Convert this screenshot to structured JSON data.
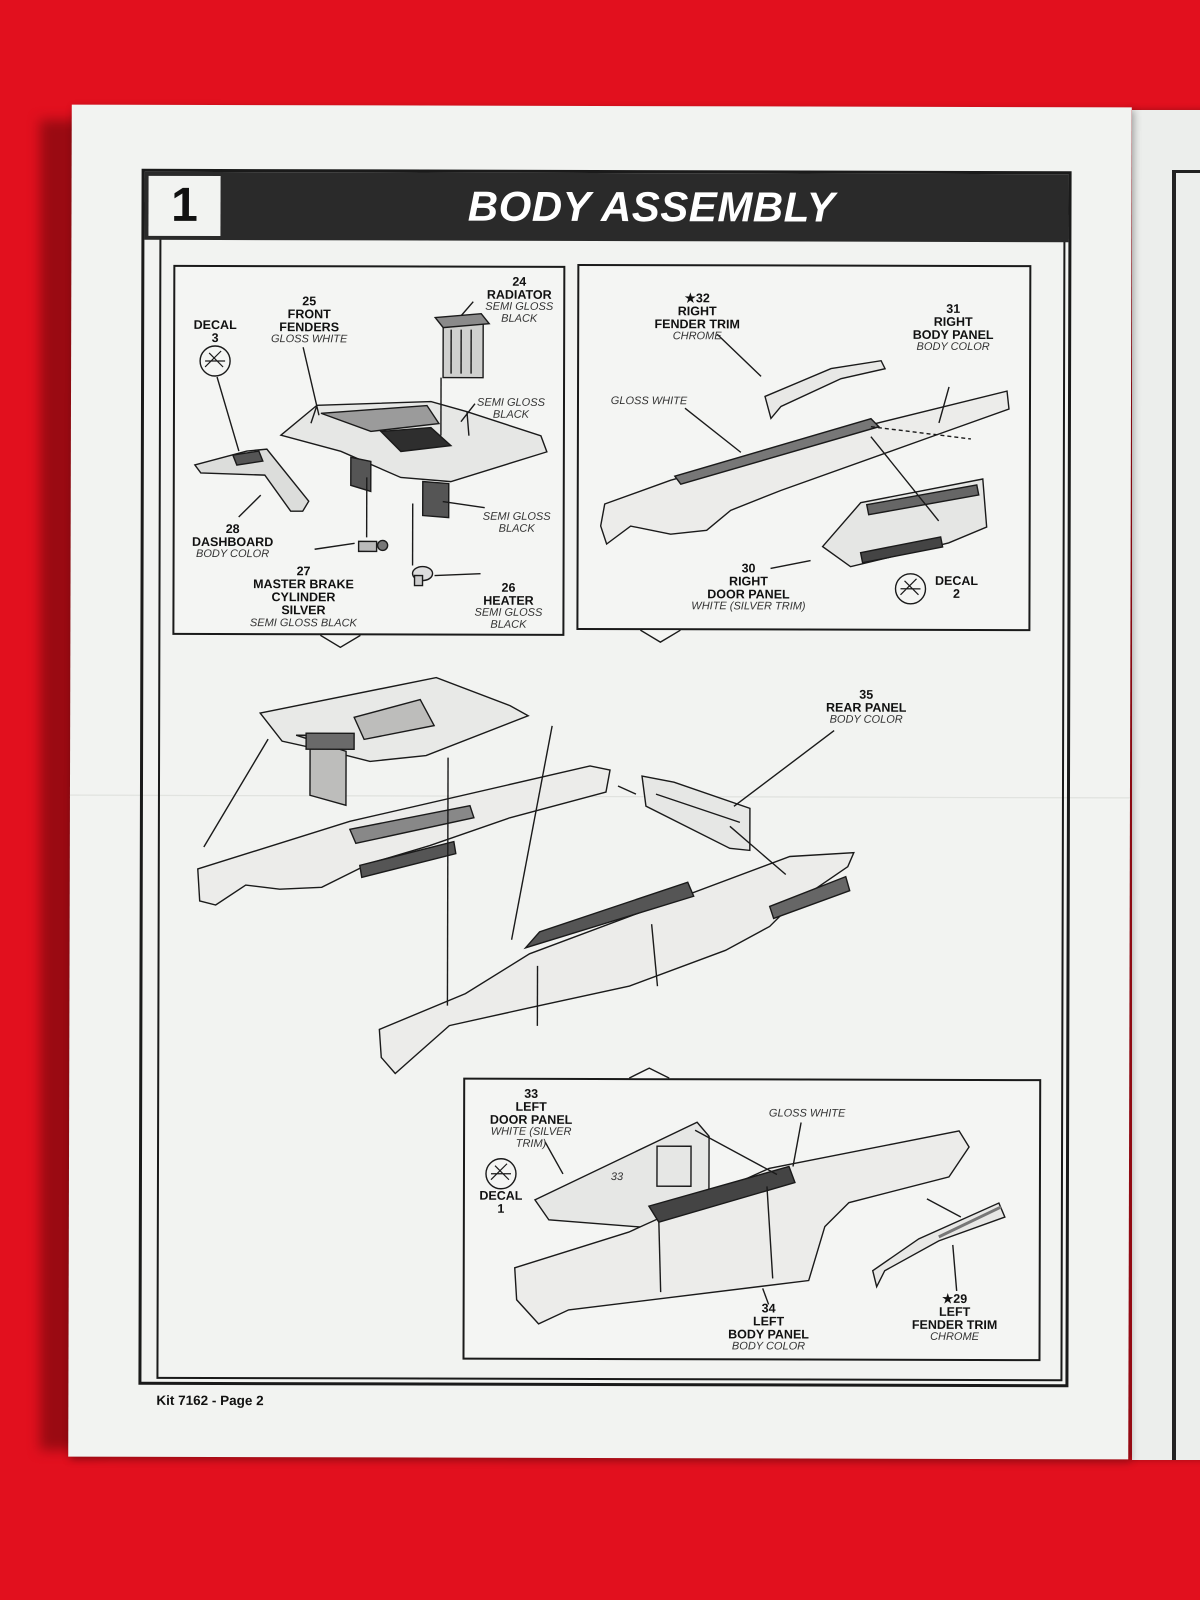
{
  "step": {
    "number": "1",
    "title": "BODY ASSEMBLY"
  },
  "footer": "Kit 7162 - Page 2",
  "labels": {
    "decal3": {
      "title": "DECAL",
      "num": "3"
    },
    "front_fenders": {
      "num": "25",
      "name": "FRONT",
      "name2": "FENDERS",
      "color": "GLOSS WHITE"
    },
    "radiator": {
      "num": "24",
      "name": "RADIATOR",
      "color": "SEMI GLOSS",
      "color2": "BLACK"
    },
    "semi_gloss_1": {
      "line1": "SEMI GLOSS",
      "line2": "BLACK"
    },
    "semi_gloss_2": {
      "line1": "SEMI GLOSS",
      "line2": "BLACK"
    },
    "dashboard": {
      "num": "28",
      "name": "DASHBOARD",
      "color": "BODY COLOR"
    },
    "master_brake": {
      "num": "27",
      "name": "MASTER BRAKE",
      "name2": "CYLINDER",
      "name3": "SILVER",
      "color": "SEMI GLOSS BLACK"
    },
    "heater": {
      "num": "26",
      "name": "HEATER",
      "color": "SEMI GLOSS BLACK"
    },
    "right_fender_trim": {
      "num": "★32",
      "name": "RIGHT",
      "name2": "FENDER TRIM",
      "color": "CHROME"
    },
    "right_body_panel": {
      "num": "31",
      "name": "RIGHT",
      "name2": "BODY PANEL",
      "color": "BODY COLOR"
    },
    "gloss_white_1": "GLOSS WHITE",
    "right_door_panel": {
      "num": "30",
      "name": "RIGHT",
      "name2": "DOOR PANEL",
      "color": "WHITE (SILVER TRIM)"
    },
    "decal2": {
      "title": "DECAL",
      "num": "2"
    },
    "rear_panel": {
      "num": "35",
      "name": "REAR  PANEL",
      "color": "BODY COLOR"
    },
    "left_door_panel": {
      "num": "33",
      "name": "LEFT",
      "name2": "DOOR PANEL",
      "color": "WHITE (SILVER TRIM)"
    },
    "gloss_white_2": "GLOSS WHITE",
    "decal1": {
      "title": "DECAL",
      "num": "1"
    },
    "left_body_panel": {
      "num": "34",
      "name": "LEFT",
      "name2": "BODY PANEL",
      "color": "BODY COLOR"
    },
    "left_fender_trim": {
      "num": "★29",
      "name": "LEFT",
      "name2": "FENDER TRIM",
      "color": "CHROME"
    },
    "part_33_mark": "33"
  },
  "colors": {
    "background": "#e2101e",
    "paper": "#f2f3f1",
    "ink": "#1a1a1a",
    "header_bar": "#2a2a2a"
  }
}
